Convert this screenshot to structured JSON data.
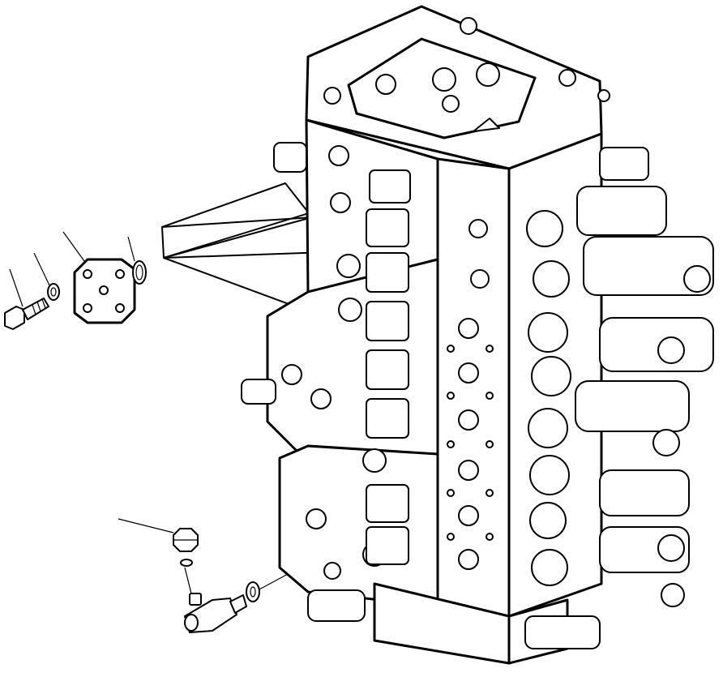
{
  "figure": {
    "ink_color": "#000000",
    "paper_color": "#ffffff",
    "parts": [
      {
        "id": "bolt",
        "icon": "bolt-icon"
      },
      {
        "id": "washer",
        "icon": "lock-washer-icon"
      },
      {
        "id": "cover-plate",
        "icon": "cover-plate-icon"
      },
      {
        "id": "o-ring",
        "icon": "o-ring-icon"
      },
      {
        "id": "plug",
        "icon": "plug-icon"
      },
      {
        "id": "small-o-ring",
        "icon": "small-o-ring-icon"
      },
      {
        "id": "fitting",
        "icon": "fitting-icon"
      },
      {
        "id": "fitting-o-ring",
        "icon": "o-ring-icon"
      }
    ]
  }
}
